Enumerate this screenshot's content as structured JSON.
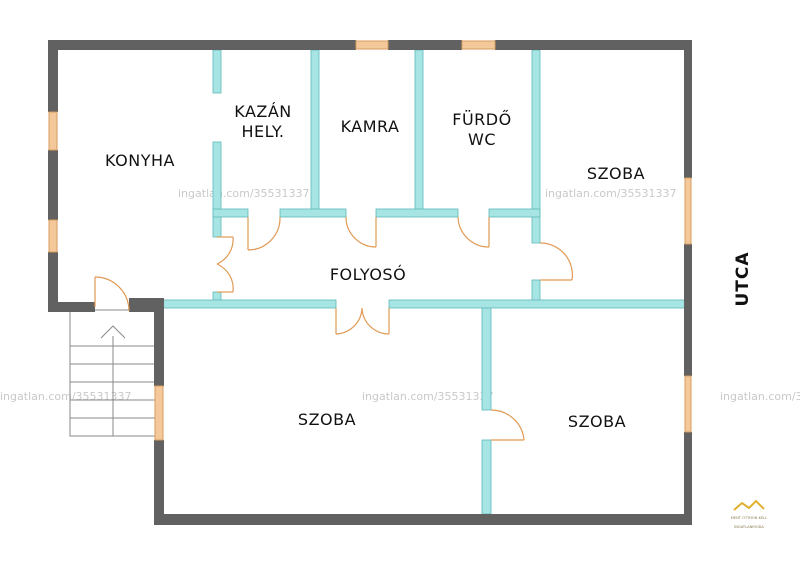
{
  "rooms": {
    "konyha": "KONYHA",
    "kazan_line1": "KAZÁN",
    "kazan_line2": "HELY.",
    "kamra": "KAMRA",
    "furdo_line1": "FÜRDŐ",
    "furdo_line2": "WC",
    "szoba_right_top": "SZOBA",
    "folyoso": "FOLYOSÓ",
    "szoba_bottom_left": "SZOBA",
    "szoba_bottom_right": "SZOBA"
  },
  "street": "UTCA",
  "watermark": "ingatlan.com/35531337",
  "logo": {
    "line1": "MENT OTTHON KELL",
    "line2": "INGATLANIRODA"
  },
  "colors": {
    "outer_wall": "#616161",
    "inner_wall": "#a7e4e4",
    "inner_wall_stroke": "#5fb9b9",
    "window": "#f3c99c",
    "door": "#e09a55",
    "logo": "#e2b030"
  }
}
